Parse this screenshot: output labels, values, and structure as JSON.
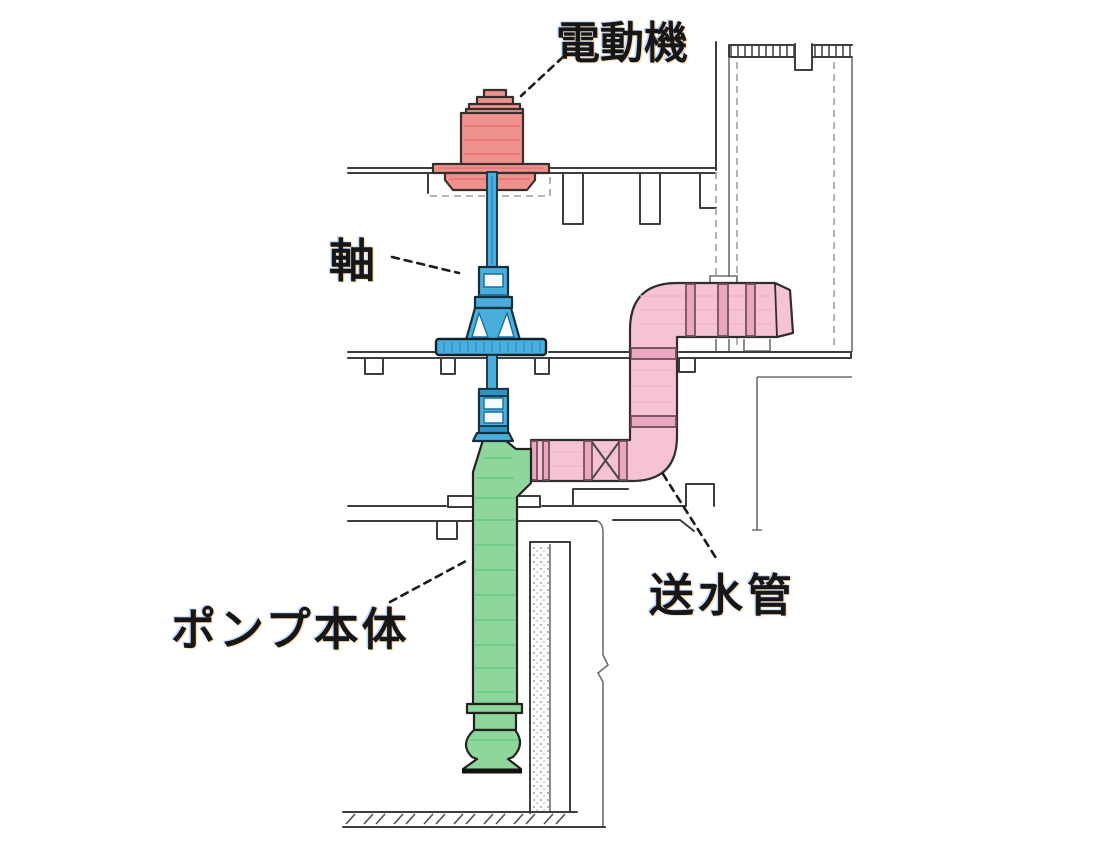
{
  "diagram": {
    "background": "#ffffff",
    "line_color": "#3d3d3d",
    "components": [
      {
        "id": "motor",
        "label": "電動機",
        "color": "#f0918d"
      },
      {
        "id": "shaft",
        "label": "軸",
        "color": "#4aaedd"
      },
      {
        "id": "pump_body",
        "label": "ポンプ本体",
        "color": "#8fd69c"
      },
      {
        "id": "delivery_pipe",
        "label": "送水管",
        "color": "#f5c3d3"
      }
    ]
  }
}
